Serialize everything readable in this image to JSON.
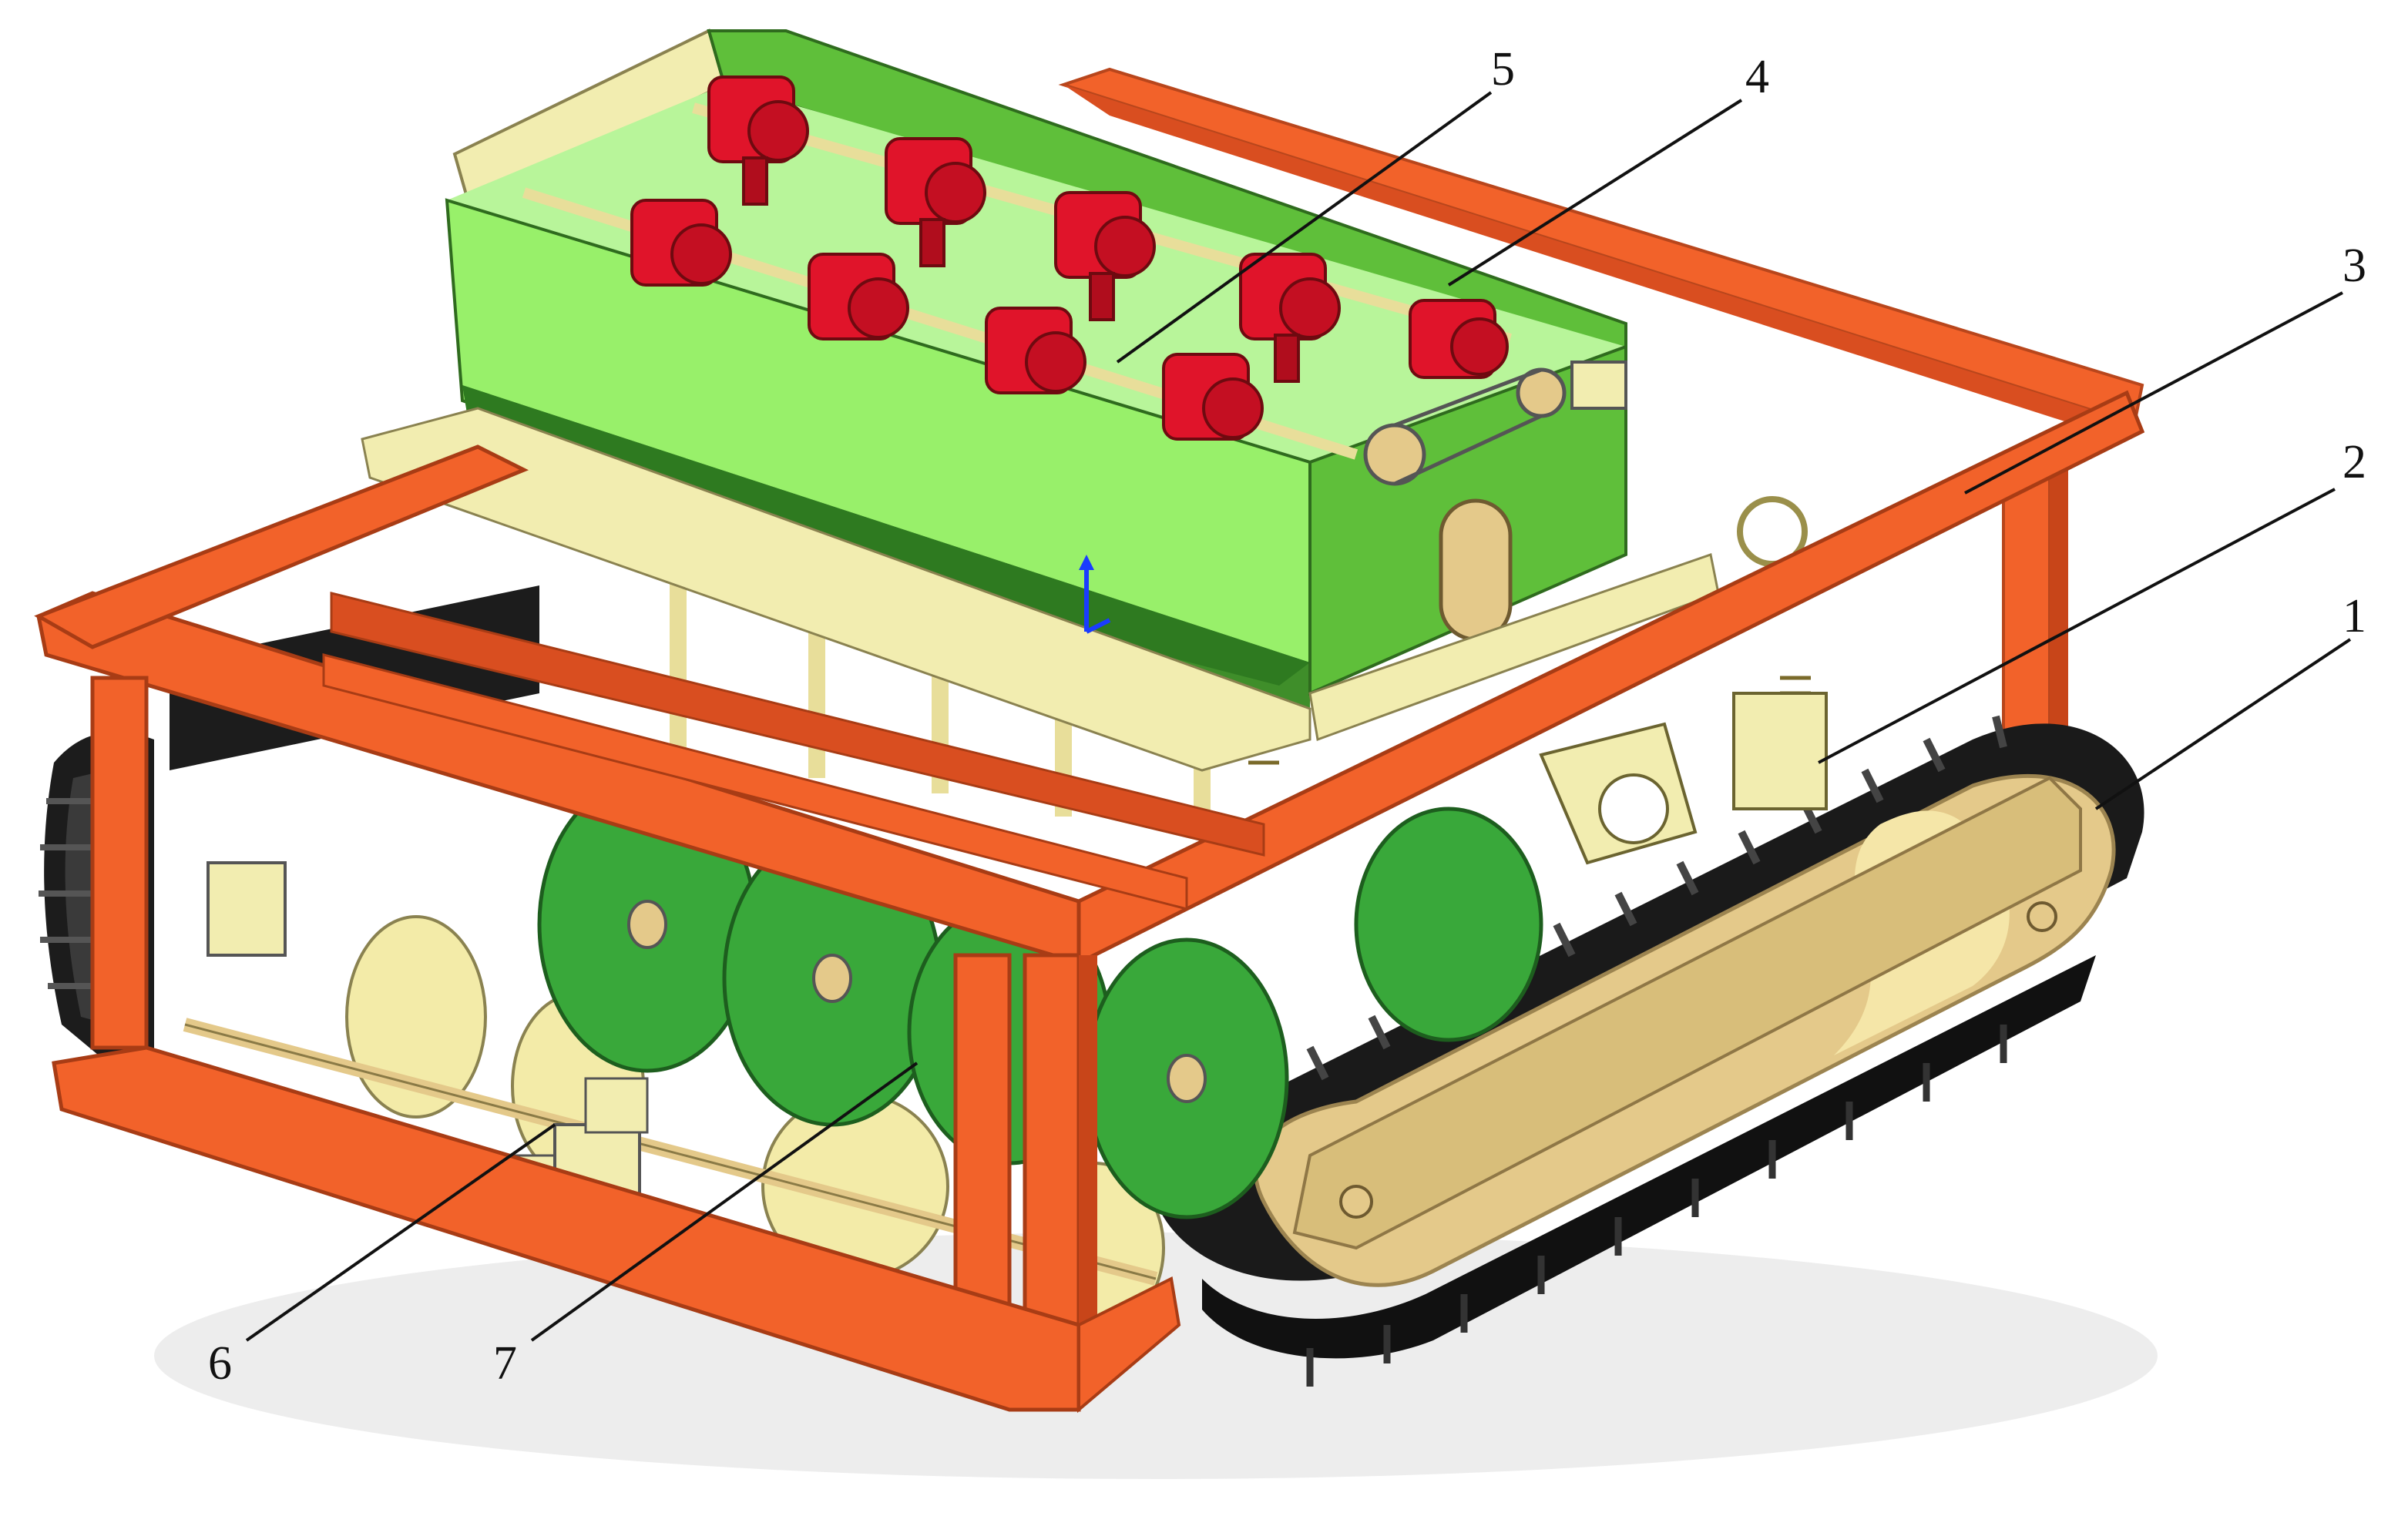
{
  "callouts": [
    {
      "id": "1",
      "label": "1"
    },
    {
      "id": "2",
      "label": "2"
    },
    {
      "id": "3",
      "label": "3"
    },
    {
      "id": "4",
      "label": "4"
    },
    {
      "id": "5",
      "label": "5"
    },
    {
      "id": "6",
      "label": "6"
    },
    {
      "id": "7",
      "label": "7"
    }
  ],
  "colors": {
    "frame": "#F2622A",
    "frame_dark": "#C9471A",
    "hopper": "#98F06A",
    "hopper_dark": "#3F8E2A",
    "metering_unit": "#E0142A",
    "track": "#1A1A1A",
    "track_cover": "#E4C98A",
    "parts": "#F2EDB0",
    "disc": "#39A83A",
    "pale_disc": "#F3EBA8"
  }
}
